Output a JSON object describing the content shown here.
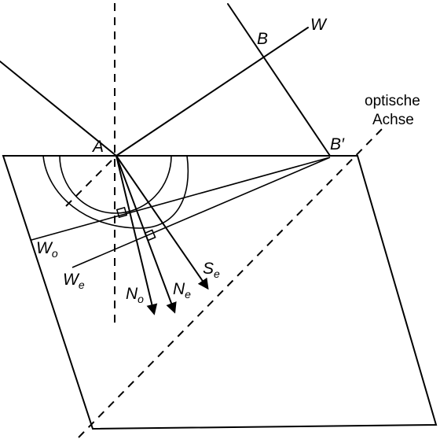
{
  "labels": {
    "A": "A",
    "B": "B",
    "B_prime": "B′",
    "W": "W",
    "W_o": {
      "main": "W",
      "sub": "o"
    },
    "W_e": {
      "main": "W",
      "sub": "e"
    },
    "N_o": {
      "main": "N",
      "sub": "o"
    },
    "N_e": {
      "main": "N",
      "sub": "e"
    },
    "S_e": {
      "main": "S",
      "sub": "e"
    },
    "optic_axis_line1": "optische",
    "optic_axis_line2": "Achse"
  }
}
